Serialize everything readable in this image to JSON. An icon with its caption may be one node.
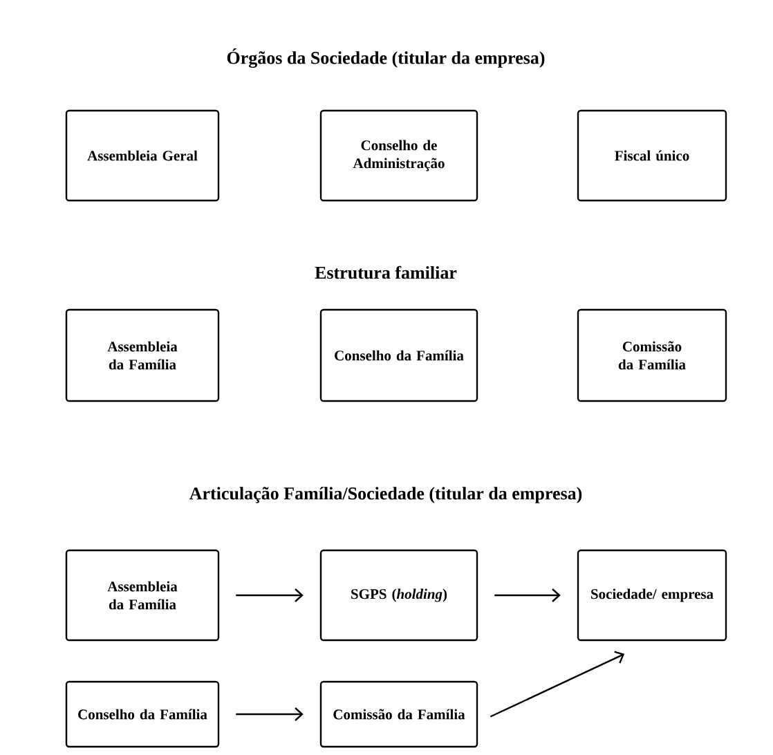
{
  "diagram": {
    "title": "Órgãos da Sociedade (titular da empresa)",
    "nodes": [
      {
        "text": [
          "Assembleia Geral"
        ]
      },
      {
        "text": [
          "Conselho de Administração"
        ]
      },
      {
        "text": [
          "Fiscal único"
        ]
      },
      {
        "text": [
          "Assembleia da Família"
        ]
      },
      {
        "text": [
          "Conselho da Família"
        ]
      },
      {
        "text": [
          "Comissão da Família"
        ]
      },
      {
        "text": [
          "Assembleia da Família"
        ]
      },
      {
        "text": [
          "SGPS (*holding*)"
        ]
      },
      {
        "text": [
          "Sociedade/ empresa"
        ]
      },
      {
        "text": [
          "Conselho da Família"
        ]
      },
      {
        "text": [
          "Comissão da Família"
        ]
      }
    ],
    "edges": [
      {
        "from": 6,
        "to": 7,
        "arrow": "to"
      },
      {
        "from": 7,
        "to": 8,
        "arrow": "to"
      },
      {
        "from": 9,
        "to": 10,
        "arrow": "to"
      },
      {
        "from": 10,
        "to": 8,
        "arrow": "to"
      }
    ],
    "labels": [
      "Estrutura familiar",
      "Articulação Família/Sociedade (titular da empresa)"
    ]
  }
}
